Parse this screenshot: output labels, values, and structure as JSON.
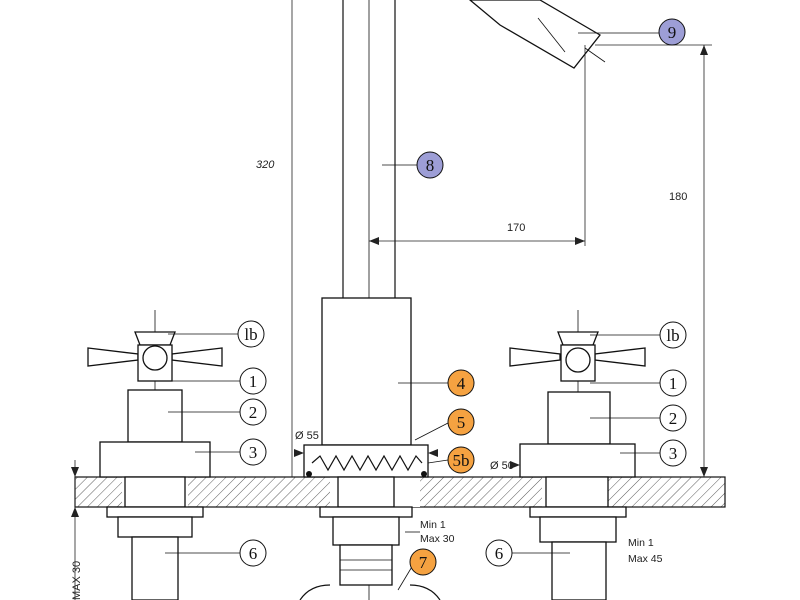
{
  "colors": {
    "orange_callout": "#f5a241",
    "purple_callout": "#9d9ed6",
    "white_callout": "#ffffff",
    "line": "#111111"
  },
  "callouts": {
    "c9": "9",
    "c8": "8",
    "c4": "4",
    "c5": "5",
    "c5b": "5b",
    "c7": "7",
    "left_1b": "lb",
    "left_1": "1",
    "left_2": "2",
    "left_3": "3",
    "left_6": "6",
    "right_1b": "lb",
    "right_1": "1",
    "right_2": "2",
    "right_3": "3",
    "right_6": "6"
  },
  "dimensions": {
    "height_total": "320",
    "spout_height": "180",
    "spout_reach": "170",
    "dia_center": "Ø 55",
    "dia_right": "Ø 50",
    "max_thickness": "MAX 30",
    "center_min": "Min 1",
    "center_max": "Max 30",
    "right_min": "Min 1",
    "right_max": "Max 45"
  }
}
